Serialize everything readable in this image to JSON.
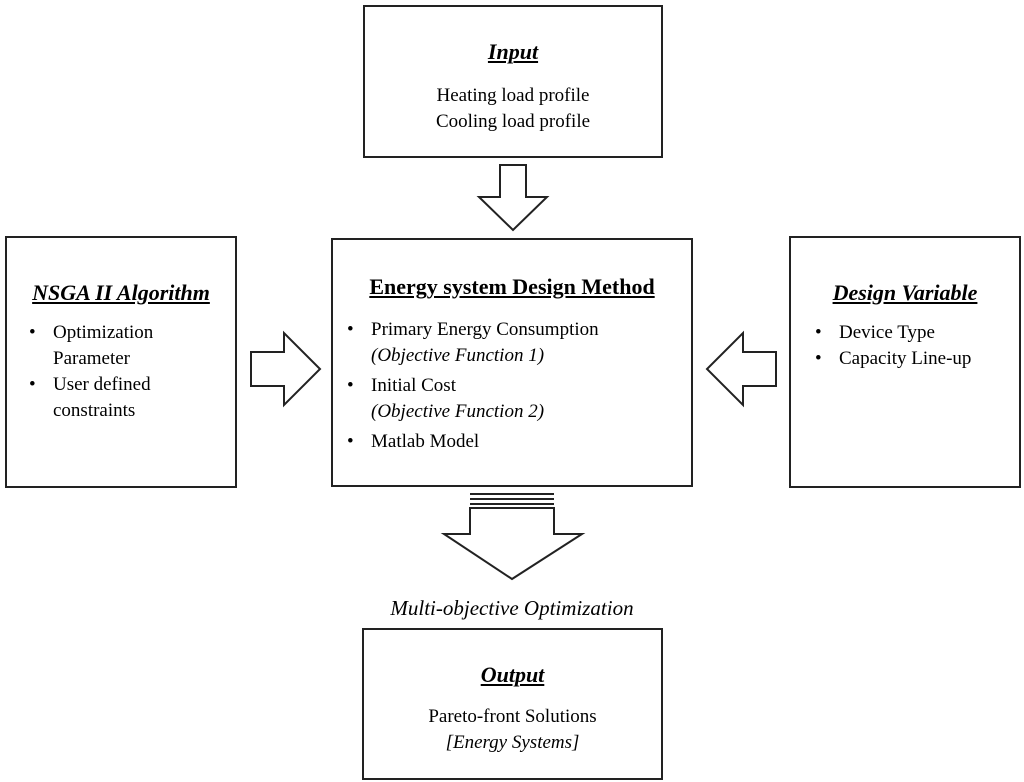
{
  "input": {
    "title": "Input",
    "lines": [
      "Heating load profile",
      "Cooling load profile"
    ]
  },
  "algorithm": {
    "title": "NSGA II Algorithm",
    "items": [
      "Optimization Parameter",
      "User defined constraints"
    ]
  },
  "design_method": {
    "title": "Energy system Design Method",
    "items": [
      {
        "label": "Primary Energy Consumption",
        "note": "(Objective Function 1)"
      },
      {
        "label": "Initial Cost",
        "note": "(Objective Function 2)"
      },
      {
        "label": "Matlab Model",
        "note": ""
      }
    ]
  },
  "design_variable": {
    "title": "Design Variable",
    "items": [
      "Device Type",
      "Capacity Line-up"
    ]
  },
  "process_label": "Multi-objective Optimization",
  "output": {
    "title": "Output",
    "lines": [
      "Pareto-front Solutions",
      "[Energy Systems]"
    ]
  }
}
